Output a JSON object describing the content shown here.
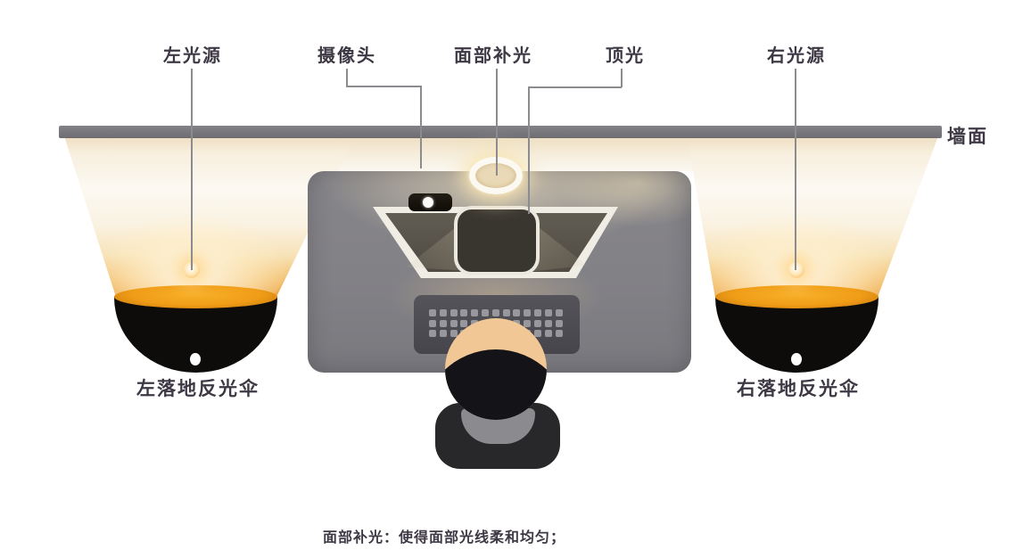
{
  "diagram": {
    "labels": {
      "left_light": "左光源",
      "camera": "摄像头",
      "face_fill_light": "面部补光",
      "top_light": "顶光",
      "right_light": "右光源",
      "wall": "墙面",
      "left_umbrella": "左落地反光伞",
      "right_umbrella": "右落地反光伞"
    },
    "caption": "面部补光：使得面部光线柔和均匀；"
  },
  "colors": {
    "label_text": "#3e3845",
    "wall_gray": "#6e6d72",
    "desk_gray": "#828186",
    "cone_orange": "#eea440",
    "rim_orange": "#f09d17",
    "umbrella_black": "#0d0c0a",
    "skin_tan": "#f0c795",
    "chair_dark": "#28272a"
  }
}
